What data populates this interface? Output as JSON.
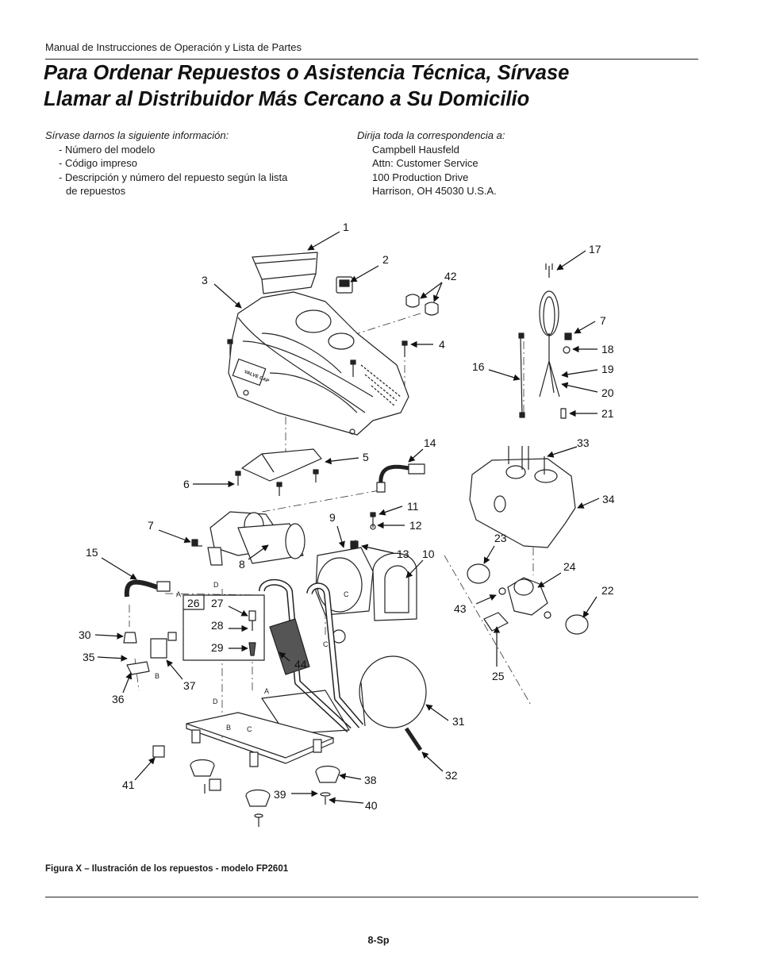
{
  "header": {
    "manual_title": "Manual de Instrucciones de Operación y Lista de Partes"
  },
  "title": {
    "line1": "Para Ordenar Repuestos o Asistencia Técnica, Sírvase",
    "line2": "Llamar al Distribuidor Más Cercano a Su Domicilio"
  },
  "info": {
    "lead": "Sírvase darnos la siguiente información:",
    "items": [
      "- Número del modelo",
      "- Código impreso",
      "- Descripción y número del repuesto según la lista"
    ],
    "item_continuation": "de repuestos"
  },
  "correspondence": {
    "lead": "Dirija toda la correspondencia a:",
    "lines": [
      "Campbell Hausfeld",
      "Attn: Customer Service",
      "100 Production Drive",
      "Harrison, OH   45030   U.S.A."
    ]
  },
  "diagram": {
    "part_labels": [
      "1",
      "2",
      "3",
      "42",
      "4",
      "17",
      "7",
      "18",
      "19",
      "20",
      "16",
      "21",
      "14",
      "5",
      "6",
      "33",
      "34",
      "11",
      "7",
      "9",
      "12",
      "13",
      "10",
      "15",
      "23",
      "24",
      "22",
      "8",
      "43",
      "26",
      "27",
      "28",
      "29",
      "30",
      "35",
      "44",
      "25",
      "37",
      "36",
      "31",
      "32",
      "41",
      "38",
      "39",
      "40"
    ],
    "connector_labels": [
      "A",
      "D",
      "B",
      "C",
      "A",
      "D",
      "B",
      "C",
      "C"
    ],
    "unit_label": "VALVE CAP"
  },
  "figure": {
    "caption": "Figura X – Ilustración de los repuestos - modelo FP2601"
  },
  "footer": {
    "page_number": "8-Sp"
  }
}
